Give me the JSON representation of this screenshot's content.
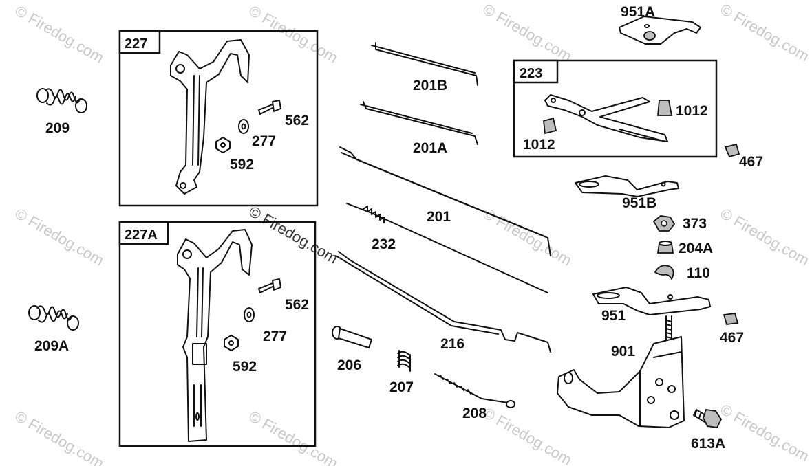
{
  "watermark": "© Firedog.com",
  "groups": [
    {
      "id": "227",
      "label": "227",
      "parts": [
        "562",
        "277",
        "592"
      ]
    },
    {
      "id": "227A",
      "label": "227A",
      "parts": [
        "562",
        "277",
        "592"
      ]
    },
    {
      "id": "223",
      "label": "223",
      "parts": [
        "1012",
        "1012"
      ]
    }
  ],
  "labels": {
    "p209": "209",
    "p209A": "209A",
    "g227": "227",
    "g227_562": "562",
    "g227_277": "277",
    "g227_592": "592",
    "g227A": "227A",
    "g227A_562": "562",
    "g227A_277": "277",
    "g227A_592": "592",
    "p201B": "201B",
    "p201A": "201A",
    "p201": "201",
    "p232": "232",
    "p216": "216",
    "p206": "206",
    "p207": "207",
    "p208": "208",
    "p951A": "951A",
    "g223": "223",
    "g223_1012a": "1012",
    "g223_1012b": "1012",
    "p467a": "467",
    "p951B": "951B",
    "p373": "373",
    "p204A": "204A",
    "p110": "110",
    "p951": "951",
    "p467b": "467",
    "p901": "901",
    "p613A": "613A"
  }
}
